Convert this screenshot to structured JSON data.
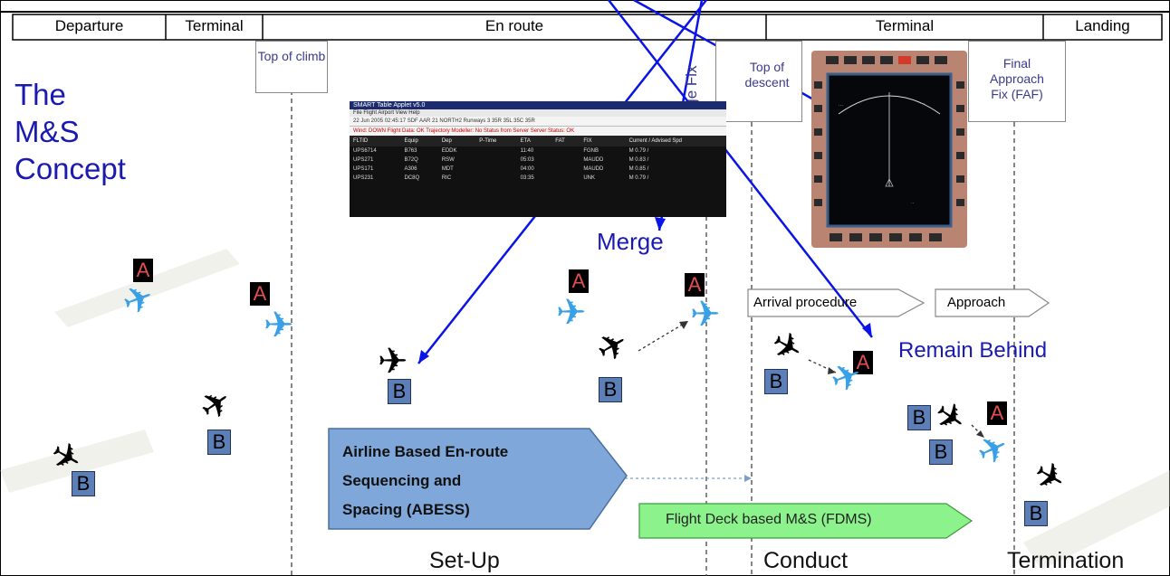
{
  "phases": [
    {
      "label": "Departure"
    },
    {
      "label": "Terminal"
    },
    {
      "label": "En route"
    },
    {
      "label": "Terminal"
    },
    {
      "label": "Landing"
    }
  ],
  "title_lines": [
    "The",
    "M&S",
    "Concept"
  ],
  "markers": {
    "top_of_climb": "Top of climb",
    "top_of_descent": "Top of descent",
    "merge_fix": "Merge Fix",
    "faf_line1": "Final",
    "faf_line2": "Approach",
    "faf_line3": "Fix (FAF)"
  },
  "labels": {
    "merge": "Merge",
    "remain_behind": "Remain Behind",
    "arrival_procedure": "Arrival procedure",
    "approach": "Approach",
    "abess_line1": "Airline Based En-route",
    "abess_line2": "Sequencing and",
    "abess_line3": "Spacing (ABESS)",
    "fdms": "Flight Deck based M&S (FDMS)",
    "set_up": "Set-Up",
    "conduct": "Conduct",
    "termination": "Termination"
  },
  "tags": {
    "a": "A",
    "b": "B"
  },
  "plane_icon": "✈",
  "applet": {
    "title": "SMART Table Applet v5.0",
    "menu": "File  Flight  Airport  View  Help",
    "bar": "22 Jun 2005 02:45:17   SDF   AAR 21   NORTH2   Runways 3   35R  35L  35C  35R",
    "status": "Wind: DOWN    Flight Data: OK    Trajectory Modeller: No Status from Server    Server Status: OK",
    "columns": [
      "FLTID",
      "Equip",
      "Dep",
      "P-Time",
      "ETA",
      "FAT",
      "FIX",
      "Current / Advised Spd"
    ],
    "rows": [
      [
        "UPS6714",
        "B763",
        "EDDK",
        "",
        "11:40",
        "",
        "FGNB",
        "M 0.79 /"
      ],
      [
        "UPS271",
        "B72Q",
        "RSW",
        "",
        "05:03",
        "",
        "MAUDD",
        "M 0.83 /"
      ],
      [
        "UPS171",
        "A306",
        "MDT",
        "",
        "04:00",
        "",
        "MAUDD",
        "M 0.85 /"
      ],
      [
        "UPS231",
        "DC8Q",
        "RIC",
        "",
        "03:35",
        "",
        "UNK",
        "M 0.79 /"
      ]
    ]
  },
  "colors": {
    "arrow_blue": "#0a14e6",
    "title_blue": "#1a1ab0",
    "abess_fill": "#7fa7d9",
    "fdms_fill": "#8cf38c",
    "tag_a_bg": "#000000",
    "tag_b_bg": "#5d7fb8"
  }
}
